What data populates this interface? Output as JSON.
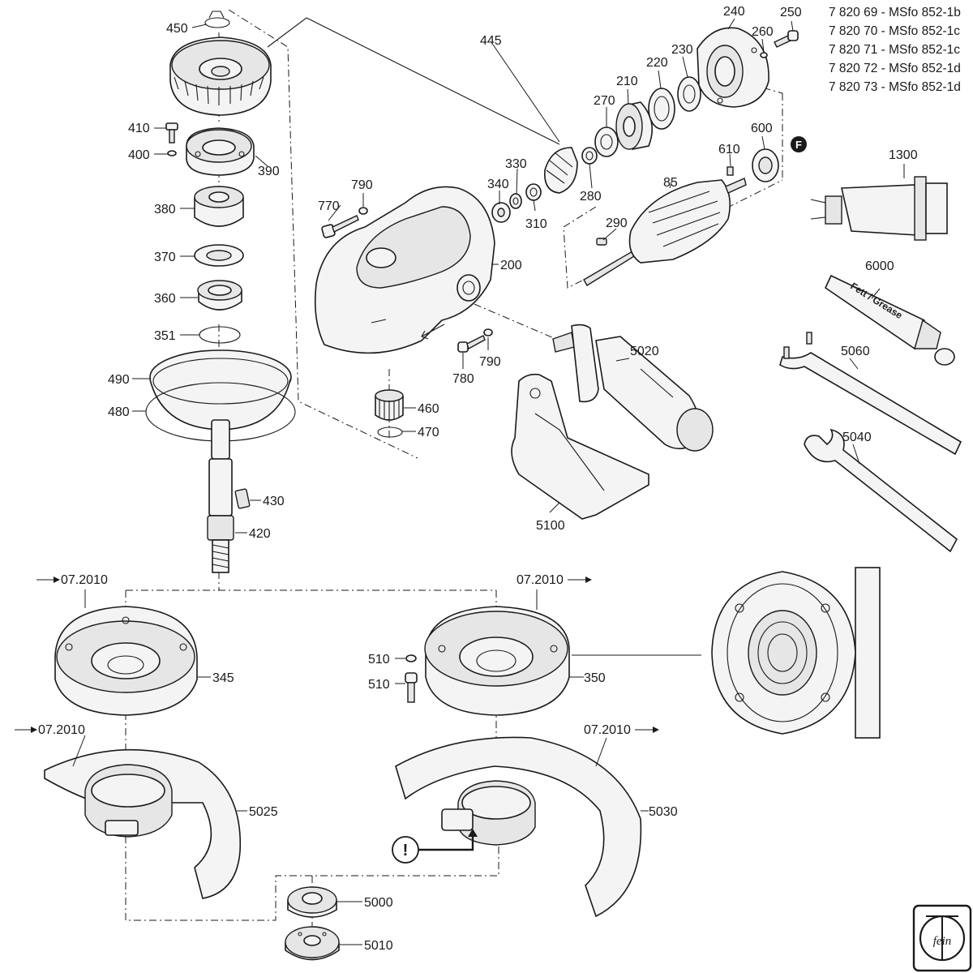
{
  "header_lines": [
    "7 820 69 - MSfo 852-1b",
    "7 820 70 - MSfo 852-1c",
    "7 820 71 - MSfo 852-1c",
    "7 820 72 - MSfo 852-1d",
    "7 820 73 - MSfo 852-1d"
  ],
  "parts": {
    "p450": "450",
    "p410": "410",
    "p400": "400",
    "p390": "390",
    "p380": "380",
    "p370": "370",
    "p360": "360",
    "p351": "351",
    "p490": "490",
    "p480": "480",
    "p430": "430",
    "p420": "420",
    "p445": "445",
    "p790a": "790",
    "p770": "770",
    "p200": "200",
    "p780": "780",
    "p790b": "790",
    "p460": "460",
    "p470": "470",
    "p340": "340",
    "p330": "330",
    "p310": "310",
    "p280": "280",
    "p270": "270",
    "p210": "210",
    "p220": "220",
    "p230": "230",
    "p240": "240",
    "p250": "250",
    "p260": "260",
    "p600": "600",
    "p610": "610",
    "p85": "85",
    "p290": "290",
    "p1300": "1300",
    "p6000": "6000",
    "p5060": "5060",
    "p5040": "5040",
    "p5020": "5020",
    "p5100": "5100",
    "p345": "345",
    "p350": "350",
    "p510a": "510",
    "p510b": "510",
    "p5025": "5025",
    "p5030": "5030",
    "p5000": "5000",
    "p5010": "5010"
  },
  "dates": {
    "d1": "07.2010",
    "d2": "07.2010",
    "d3": "07.2010",
    "d4": "07.2010"
  },
  "grease_text": "Fett / Grease",
  "callouts": {
    "f_marker": "F",
    "warning": "!"
  },
  "logo_text": "fein"
}
